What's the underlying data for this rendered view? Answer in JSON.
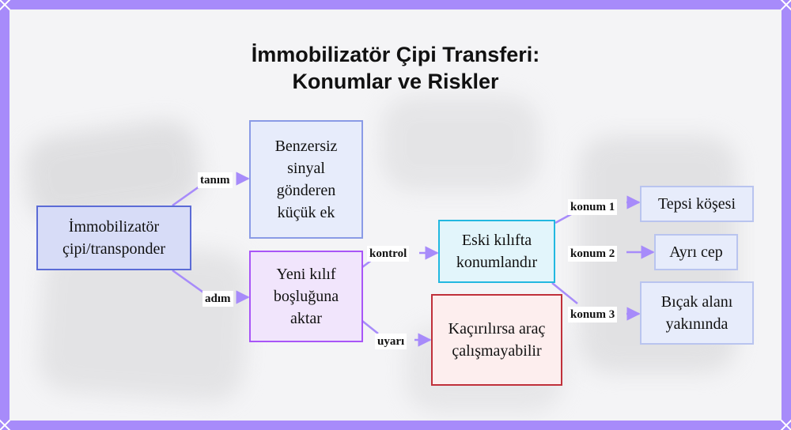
{
  "title": {
    "line1": "İmmobilizatör Çipi Transferi:",
    "line2": "Konumlar ve Riskler"
  },
  "nodes": {
    "chip": "İmmobilizatör çipi/transponder",
    "definition": "Benzersiz sinyal gönderen küçük ek",
    "transfer": "Yeni kılıf boşluğuna aktar",
    "locate": "Eski kılıfta konumlandır",
    "risk": "Kaçırılırsa araç çalışmayabilir",
    "loc1": "Tepsi köşesi",
    "loc2": "Ayrı cep",
    "loc3": "Bıçak alanı yakınında"
  },
  "edge_labels": {
    "definition": "tanım",
    "step": "adım",
    "check": "kontrol",
    "warning": "uyarı",
    "location1": "konum 1",
    "location2": "konum 2",
    "location3": "konum 3"
  },
  "colors": {
    "frame": "#a78bfa",
    "edge": "#a78bfa",
    "blue_border": "#5b6bd6",
    "purple_border": "#a855f7",
    "cyan_border": "#22b8e0",
    "red_border": "#c0303a"
  }
}
